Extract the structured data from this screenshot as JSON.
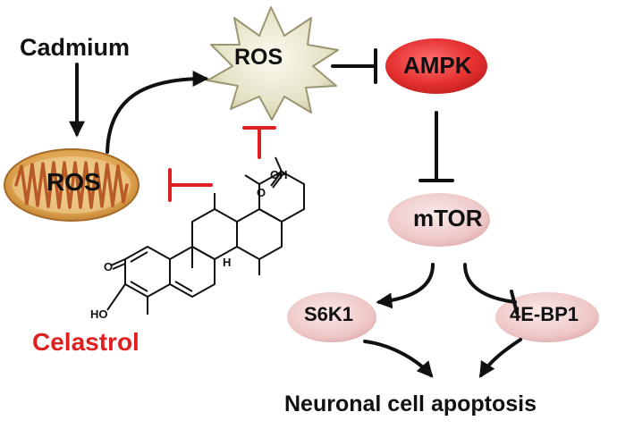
{
  "nodes": {
    "cadmium": "Cadmium",
    "ros_star": "ROS",
    "ros_mito": "ROS",
    "ampk": "AMPK",
    "mtor": "mTOR",
    "s6k1": "S6K1",
    "ebp1": "4E-BP1",
    "celastrol": "Celastrol",
    "outcome": "Neuronal cell apoptosis"
  },
  "chem_labels": {
    "carboxyl_oh": "OH",
    "carboxyl_o": "O",
    "ketone_o": "O",
    "phenol_ho": "HO",
    "stereo_h": "H"
  },
  "colors": {
    "activate_arrow": "#111111",
    "inhibit_red": "#e02020",
    "ampk_fill": "#e53030",
    "mtor_fill": "#f1cfcf",
    "mito_outer": "#d9a24c",
    "mito_cristae": "#b85a25",
    "ros_star_fill": "#e8e6d0",
    "celastrol_text": "#e02020"
  },
  "icons": {
    "ros_star": "burst-star-icon",
    "mitochondrion": "mitochondrion-icon",
    "celastrol_structure": "chemical-structure-icon"
  }
}
